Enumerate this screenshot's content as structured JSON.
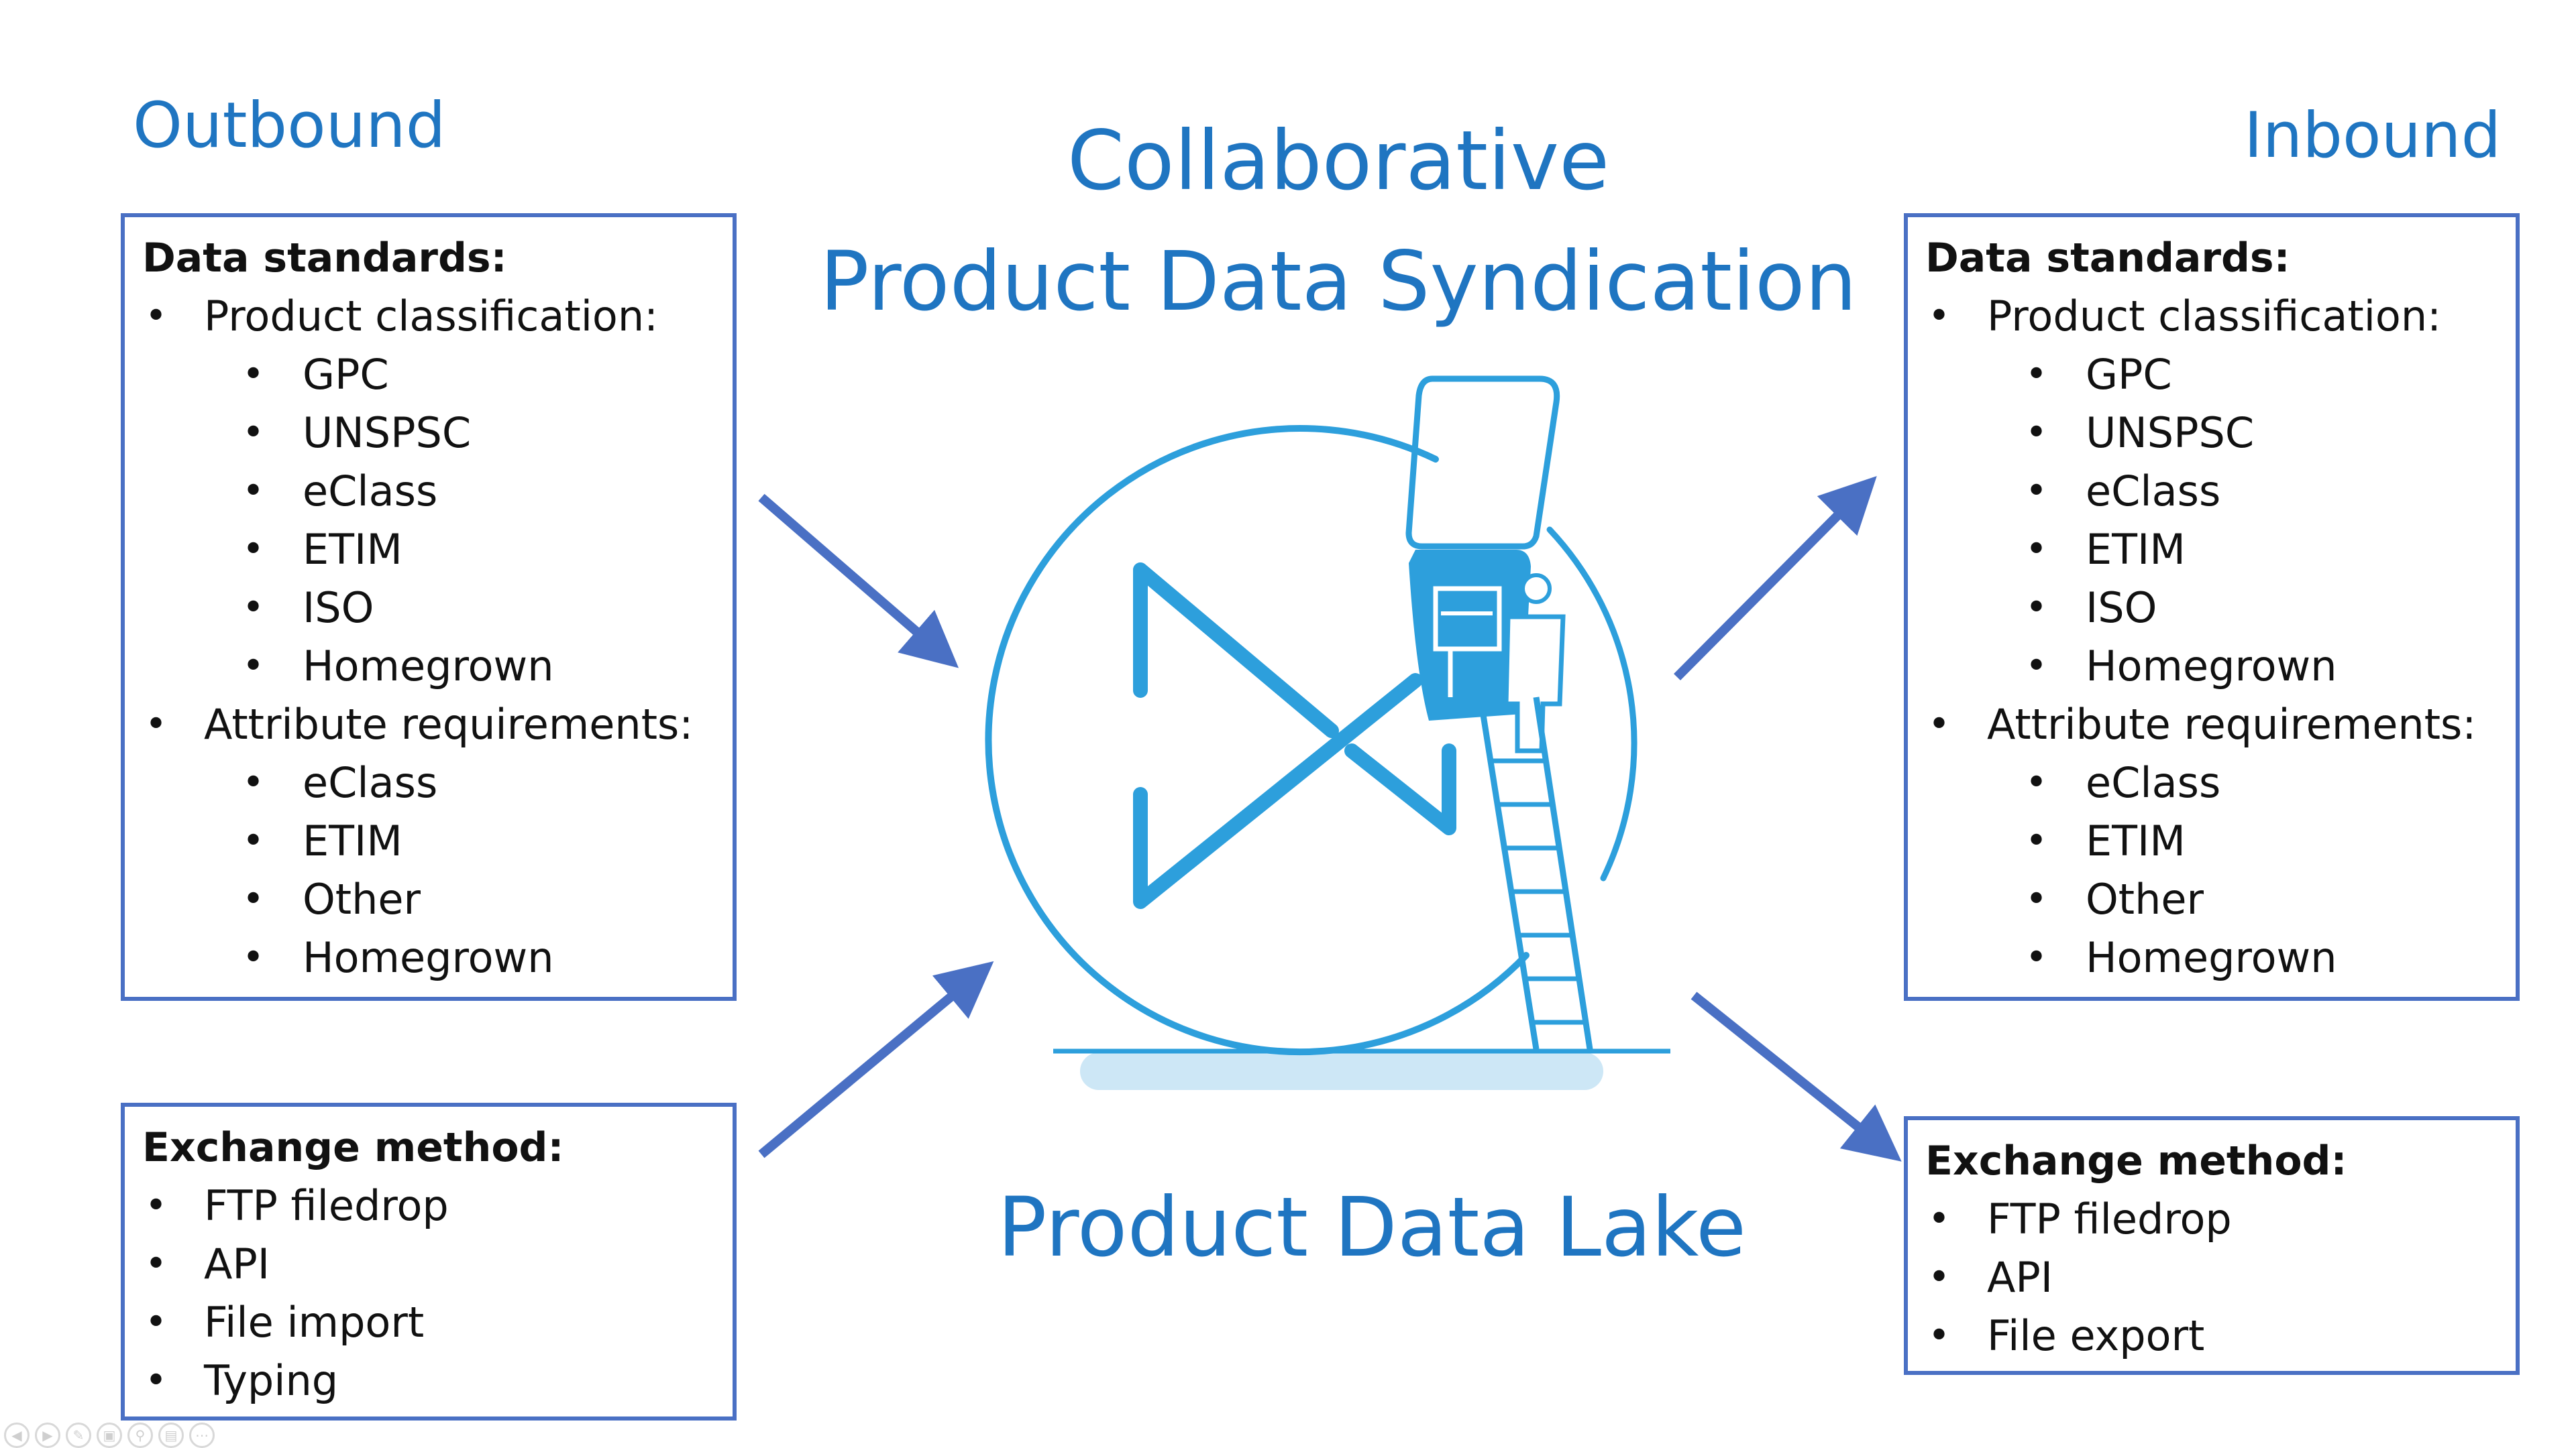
{
  "headings": {
    "outbound": "Outbound",
    "inbound": "Inbound",
    "title_line1": "Collaborative",
    "title_line2": "Product Data Syndication",
    "lake": "Product Data Lake"
  },
  "outbound_standards": {
    "header": "Data standards:",
    "items": [
      {
        "level": 1,
        "text": "Product classification:"
      },
      {
        "level": 2,
        "text": "GPC"
      },
      {
        "level": 2,
        "text": "UNSPSC"
      },
      {
        "level": 2,
        "text": "eClass"
      },
      {
        "level": 2,
        "text": "ETIM"
      },
      {
        "level": 2,
        "text": "ISO"
      },
      {
        "level": 2,
        "text": "Homegrown"
      },
      {
        "level": 1,
        "text": "Attribute requirements:"
      },
      {
        "level": 2,
        "text": "eClass"
      },
      {
        "level": 2,
        "text": "ETIM"
      },
      {
        "level": 2,
        "text": "Other"
      },
      {
        "level": 2,
        "text": "Homegrown"
      }
    ]
  },
  "inbound_standards": {
    "header": "Data standards:",
    "items": [
      {
        "level": 1,
        "text": "Product classification:"
      },
      {
        "level": 2,
        "text": "GPC"
      },
      {
        "level": 2,
        "text": "UNSPSC"
      },
      {
        "level": 2,
        "text": "eClass"
      },
      {
        "level": 2,
        "text": "ETIM"
      },
      {
        "level": 2,
        "text": "ISO"
      },
      {
        "level": 2,
        "text": "Homegrown"
      },
      {
        "level": 1,
        "text": "Attribute requirements:"
      },
      {
        "level": 2,
        "text": "eClass"
      },
      {
        "level": 2,
        "text": "ETIM"
      },
      {
        "level": 2,
        "text": "Other"
      },
      {
        "level": 2,
        "text": "Homegrown"
      }
    ]
  },
  "outbound_exchange": {
    "header": "Exchange method:",
    "items": [
      {
        "level": 1,
        "text": "FTP filedrop"
      },
      {
        "level": 1,
        "text": "API"
      },
      {
        "level": 1,
        "text": "File import"
      },
      {
        "level": 1,
        "text": "Typing"
      }
    ]
  },
  "inbound_exchange": {
    "header": "Exchange method:",
    "items": [
      {
        "level": 1,
        "text": "FTP filedrop"
      },
      {
        "level": 1,
        "text": "API"
      },
      {
        "level": 1,
        "text": "File export"
      }
    ]
  },
  "colors": {
    "title_blue": "#1f75c1",
    "box_border": "#4a70c4",
    "arrow": "#4a70c4",
    "logo_blue": "#2d9fdc",
    "logo_light": "#cde7f6"
  },
  "icons": {
    "logo": "product-data-lake-logo-icon",
    "toolbar": [
      "play-icon",
      "next-icon",
      "pen-icon",
      "slides-icon",
      "zoom-icon",
      "subtitles-icon",
      "more-icon"
    ]
  }
}
